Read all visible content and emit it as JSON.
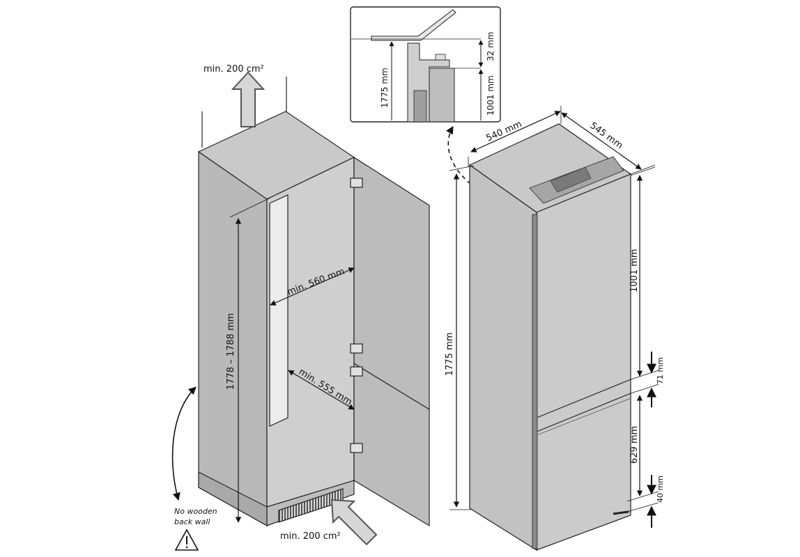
{
  "labels": {
    "vent_top": "min. 200 cm²",
    "vent_bottom": "min. 200 cm²",
    "niche_height": "1778 – 1788 mm",
    "niche_width": "min. 560 mm",
    "niche_depth": "min. 555 mm",
    "warning_line1": "No wooden",
    "warning_line2": "back wall",
    "appliance_width": "540 mm",
    "appliance_depth": "545 mm",
    "appliance_height": "1775 mm",
    "upper_door": "1001 mm",
    "gap_middle": "71 mm",
    "lower_door": "629 mm",
    "gap_bottom": "40 mm",
    "detail_height": "1775 mm",
    "detail_offset": "32 mm",
    "detail_upper": "1001 mm"
  },
  "icons": [
    "airflow-arrow-icon",
    "warning-triangle-icon",
    "curved-double-arrow-icon",
    "dimension-arrow-icon"
  ]
}
